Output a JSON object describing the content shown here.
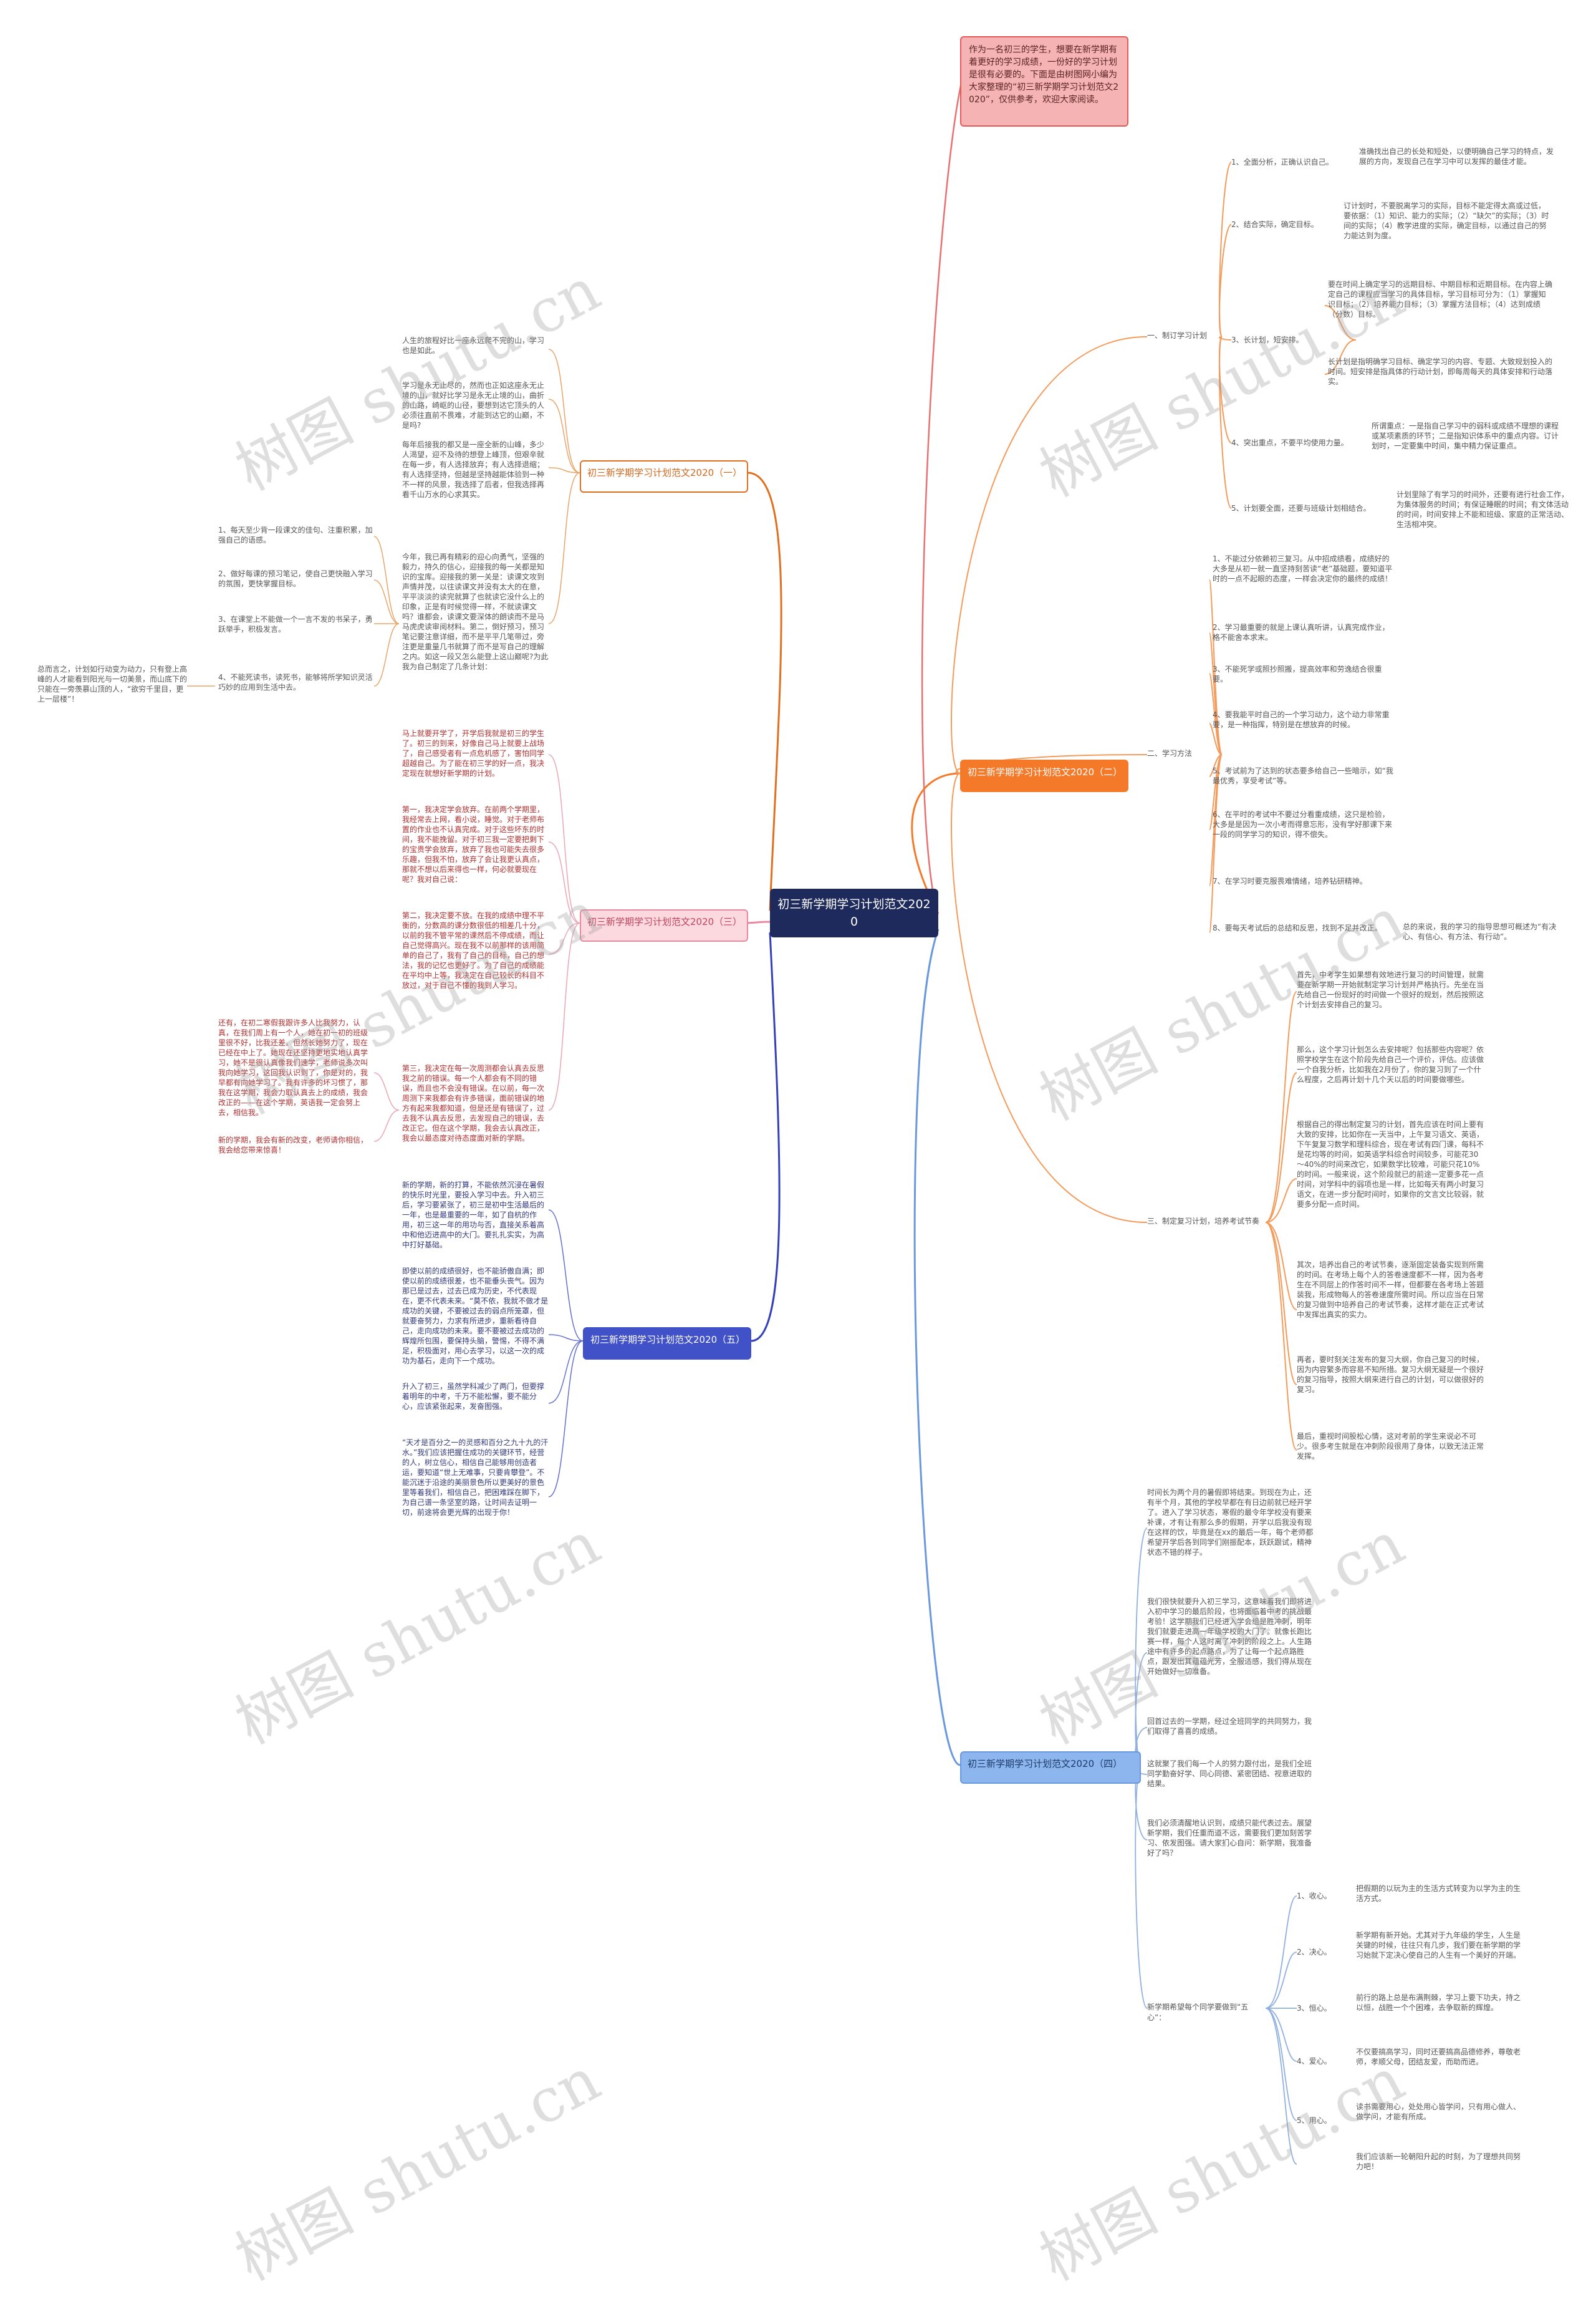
{
  "root": {
    "title": "初三新学期学习计划范文2020"
  },
  "intro": "作为一名初三的学生，想要在新学期有着更好的学习成绩，一份好的学习计划是很有必要的。下面是由树图网小编为大家整理的“初三新学期学习计划范文2020”，仅供参考，欢迎大家阅读。",
  "branches": {
    "b1": {
      "label": "初三新学期学习计划范文2020（一）",
      "leaves": [
        "人生的旅程好比一座永远爬不完的山，学习也是如此。",
        "学习是永无止尽的，然而也正如这座永无止境的山，就好比学习是永无止境的山，曲折的山路，崎岖的山径，要想到达它顶头的人必须往直前不畏难，才能到达它的山巅，不是吗?",
        "每年后接我的都又是一座全新的山峰，多少人渴望，迎不及待的想登上峰顶，但艰辛就在每一步，有人选择放弃；有人选择退缩；有人选择坚持，但越是坚持越能体验到一种不一样的风景，我选择了后者，但我选择再看千山万水的心求其实。",
        "今年，我已再有精彩的迎心向勇气，坚强的毅力，持久的信心，迎接我的每一关都是知识的宝库。迎接我的第一关是：读课文攻到声情并茂，以往读课文并没有太大的在意，平平淡淡的读完就算了也就读它没什么上的印象，正是有时候觉得一样，不就读课文吗？谁都会，读课文要深体的朗读而不是马马虎虎读审阅材料。第二，倒好预习，预习笔记要注意详细，而不是平平几笔带过，旁注更是重量几书就算了而不是写自己的理解之内。如这一段又怎么能登上这山巅呢?为此我为自己制定了几条计划：",
        "1、每天至少背一段课文的佳句、注重积累，加强自己的语感。",
        "2、做好每课的预习笔记，使自己更快融入学习的氛围，更快掌握目标。",
        "3、在课堂上不能做一个一言不发的书呆子，勇跃举手，积极发言。",
        "4、不能死读书，读死书，能够将所学知识灵活巧妙的应用到生活中去。",
        "总而言之，计划如行动变为动力，只有登上高峰的人才能看到阳光与一切美景，而山底下的只能在一旁羡慕山顶的人，“欲穷千里目，更上一层楼”！"
      ]
    },
    "b2": {
      "label": "初三新学期学习计划范文2020（二）",
      "mids": [
        "一、制订学习计划",
        "二、学习方法",
        "三、制定复习计划，培养考试节奏"
      ],
      "plan": [
        {
          "k": "1、全面分析，正确认识自己。",
          "v": "准确找出自己的长处和短处，以便明确自己学习的特点，发展的方向，发现自己在学习中可以发挥的最佳才能。"
        },
        {
          "k": "2、结合实际，确定目标。",
          "v": "订计划时，不要脱离学习的实际，目标不能定得太高或过低，要依据：（1）知识、能力的实际；（2）“缺欠”的实际；（3）时间的实际；（4）教学进度的实际，确定目标，以通过自己的努力能达到为度。"
        },
        {
          "k": "3、长计划，短安排。",
          "v": "要在时间上确定学习的远期目标、中期目标和近期目标。在内容上确定自己的课程应当学习的具体目标，学习目标可分为：（1）掌握知识目标；（2）培养能力目标；（3）掌握方法目标；（4）达到成绩（分数）目标。",
          "v2": "长计划是指明确学习目标、确定学习的内容、专题、大致规划投入的时间。短安排是指具体的行动计划，即每周每天的具体安排和行动落实。"
        },
        {
          "k": "4、突出重点，不要平均使用力量。",
          "v": "所谓重点：一是指自己学习中的弱科或成绩不理想的课程或某项素质的环节；二是指知识体系中的重点内容。订计划时，一定要集中时间，集中精力保证重点。"
        },
        {
          "k": "5、计划要全面，还要与班级计划相结合。",
          "v": "计划里除了有学习的时间外，还要有进行社会工作，为集体服务的时间；有保证睡眠的时间；有文体活动的时间，时间安排上不能和班级、家庭的正常活动、生活相冲突。"
        }
      ],
      "method": [
        "1、不能过分依赖初三复习。从中招成绩看，成绩好的大多是从初一就一直坚持刻苦读“老”基础题，要知道平时的一点不起眼的态度，一样会决定你的最终的成绩！",
        "2、学习最重要的就是上课认真听讲，认真完成作业，格不能舍本求末。",
        "3、不能死学或照抄照搬，提高效率和劳逸结合很重要。",
        "4、要我能平时自己的一个学习动力，这个动力非常重要，是一种指挥，特别是在想放弃的时候。",
        "5、考试前为了达到的状态要多给自己一些暗示，如“我最优秀，享受考试”等。",
        "6、在平时的考试中不要过分看重成绩，这只是检验，大多是是因为一次小考而得意忘形，没有学好那课下来一段的同学学习的知识，得不偿失。",
        "7、在学习时要克服畏难情绪，培养钻研精神。",
        "8、要每天考试后的总结和反思，找到不足并改正。"
      ],
      "method_tail": "总的来说，我的学习的指导思想可概述为“有决心、有信心、有方法、有行动”。",
      "review": [
        "首先，中考学生如果想有效地进行复习的时间管理，就需要在新学期一开始就制定学习计划并严格执行。先坐在当先给自己一份现好的时间做一个很好的规划，然后按照这个计划去安排自己的复习。",
        "那么，这个学习计划怎么去安排呢？包括那些内容呢？依照学校学生在这个阶段先给自己一个评价，评估。应该做一个自我分析，比如我在2月份了，你的复习到了一个什么程度，之后再计划十几个天以后的时间要做哪些。",
        "根据自己的得出制定复习的计划，首先应该在时间上要有大致的安排，比如你在一天当中，上午复习语文、英语，下午复复习数学和理科综合，现在考试有四门课，每科不是花均等的时间，如英语学科综合时间较多，可能花30～40%的时间来改它，如果数学比较难，可能只花10%的时间。一般来说，这个阶段就已的前途一定要多花一点时间，对学科中的弱项也是一样，比如每天有两小时复习语文，在进一步分配时间时，如果你的文言文比较弱，就要多分配一点时间。",
        "其次，培养出自己的考试节奏，逐渐固定装备实现到所需的时间。在考场上每个人的答卷速度都不一样，因为各考生在不同层上的作答时间不一样，但都要在各考场上答题装我，形成物每人的答卷速度所需时间。所以应当在日常的复习做到中培养自己的考试节奏，这样才能在正式考试中发挥出真实的实力。",
        "再者，要时刻关注发布的复习大纲，你自己复习的时候，因为内容繁多而容易不知所措。复习大纲无疑是一个很好的复习指导，按照大纲来进行自己的计划，可以做很好的复习。",
        "最后，重视时间股松心情，这对考前的学生来说必不可少。很多考生就是在冲刺阶段很用了身体，以致无法正常发挥。"
      ]
    },
    "b3": {
      "label": "初三新学期学习计划范文2020（三）",
      "leaves": [
        "马上就要开学了，开学后我就是初三的学生了。初三的到来，好像自己马上就要上战场了，自己感受者有一点危机感了，害怕同学超越自己。为了能在初三学的好一点，我决定现在就想好新学期的计划。",
        "第一，我决定学会放弃。在前两个学期里，我经常去上网，看小说，睡觉。对于老师布置的作业也不认真完成。对于这些坏东的时间，我不能挽留。对于初三我一定要把剩下的宝贵学会放弃，放弃了我也可能失去很多乐趣，但我不怕，放弃了会让我更认真点，那就不想以后来得也一样，何必就要现在呢？我对自己说：",
        "第二，我决定要不放。在我的成绩中理不平衡的，分数高的课分数很低的相差几十分，以前的我不管平常的课然后不停成绩，而让自己觉得高兴。现在我不以前那样的该用简单的自己了，我有了自己的目标，自己的想法，我的记忆也更好了。为了自己的成绩能在平均中上等，我决定在自己较长的科目不放过，对于自己不懂的我到人学习。",
        "第三，我决定在每一次周测都会认真去反思我之前的错误。每一个人都会有不同的错误，而且也不会没有错误。在以前，每一次周测下来我都会有许多错误，面前错误的地方有起来我都知道，但是还是有错误了，过去我不认真去反思，去发现自己的错误，去改正它。但在这个学期，我会去认真改正，我会以最态度对待态度面对新的学期。",
        "还有，在初二寒假我跟许多人比我努力，认真，在我们周上有一个人，她在初一初的班级里很不好，比我还差。但然长她努力了，现在已经在中上了。她现在还坚持更地实地认真学习，她不是很认真像我们速学，老师说多次叫我向她学习，这回我认识到了，你是对的，我早都有向她学习了。我有许多的坏习惯了，那我在这学期，我会力取认真去上的成绩，我会改正的——在这个学期，英语我一定会努上去，相信我。",
        "新的学期，我会有新的改变，老师请你相信，我会给您带来惊喜！"
      ]
    },
    "b4": {
      "label": "初三新学期学习计划范文2020（四）",
      "leaves": [
        "时间长为两个月的暑假即将结束。到现在为止，还有半个月，其他的学校早都在有日边前就已经开学了。进入了学习状态，寒假的最令年学校没有要来补课，才有让有那么多的假期，开学以后我没有现在这样的饮，毕竟是在xx的最后一年，每个老师都希望开学后各到同学们刚振配本，跃跃跟试，精神状态不错的样子。",
        "我们很快就要升入初三学习，这意味着我们即将进入初中学习的最后阶段，也将面临着中考的挑战最考验！这学期我们已经进入学会组是胜冲刺，明年我们就要走进高一年级学校的大门了。就像长跑比赛一样，每个人这时离了冲刺的阶段之上。人生路途中有许多的起点路点，为了让每一个起点路胜点，跟发出其蕴蕴光芳，全服适感，我们得从现在开始做好一切准备。",
        "回首过去的一学期，经过全班同学的共同努力，我们取得了喜喜的成绩。",
        "这就聚了我们每一个人的努力跟付出，是我们全班同学勤奋好学、同心同德、紧密团结、视意进取的结果。",
        "我们必须清醒地认识到，成绩只能代表过去。展望新学期，我们任重而道不远，需要我们更加刻苦学习、依发图强。请大家扪心自问：新学期，我准备好了吗？"
      ],
      "wuxin_intro": "新学期希望每个同学要做到“五心”：",
      "wuxin": [
        {
          "k": "1、收心。",
          "v": "把假期的以玩为主的生活方式转变为以学为主的生活方式。"
        },
        {
          "k": "2、决心。",
          "v": "新学期有新开始。尤其对于九年级的学生，人生是关键的时候，往往只有几步，我们要在新学期的学习始就下定决心使自己的人生有一个美好的开端。"
        },
        {
          "k": "3、恒心。",
          "v": "前行的路上总是布满荆棘，学习上要下功夫，持之以恒，战胜一个个困难，去争取新的辉煌。"
        },
        {
          "k": "4、爱心。",
          "v": "不仅要搞高学习，同时还要搞高品德修养，尊敬老师，孝顺父母，团结友爱，而助而进。"
        },
        {
          "k": "5、用心。",
          "v": "读书需要用心，处处用心皆学问，只有用心做人、做学问，才能有所成。"
        }
      ],
      "wuxin_tail": "我们应该新一轮朝阳升起的时刻，为了理想共同努力吧！"
    },
    "b5": {
      "label": "初三新学期学习计划范文2020（五）",
      "leaves": [
        "新的学期，新的打算，不能依然沉浸在暑假的快乐时光里，要投入学习中去。升入初三后，学习要紧张了，初三是初中生活最后的一年，也是最重要的一年，如了自杭的作用，初三这一年的用功与否，直接关系着高中和他迈进高中的大门。要扎扎实实，为高中打好基础。",
        "即使以前的成绩很好，也不能骄傲自满；即使以前的成绩很差，也不能垂头丧气。因为那已是过去，过去已成为历史，不代表现在，更不代表未来。“莫不依，我就不做才是成功的关键，不要被过去的弱点所笼罩，但就要奋努力，力求有所进步，重新看待自己，走向成功的未来。要不要被过去成功的辉煌所包围，要保持头脑，警惕，不得不满足，积极面对，用心去学习，以这一次的成功为基石，走向下一个成功。",
        "升入了初三，虽然学科减少了两门，但要撑着明年的中考，千万不能松懈，要不能分心，应该紧张起来，发奋图强。",
        "“天才是百分之一的灵感和百分之九十九的汗水。”我们应该把握住成功的关键环节，经营的人，树立信心，相信自己能够用创造者运，要知道“世上无难事，只要肯攀登”。不能沉迷于沿途的美丽景色所以更美好的景色里等着我们，相信自己，把困难踩在脚下，为自己谱一条坚室的路，让时间去证明一切，前途将会更光辉的出现于你！"
      ]
    }
  },
  "watermark": "树图 shutu.cn"
}
